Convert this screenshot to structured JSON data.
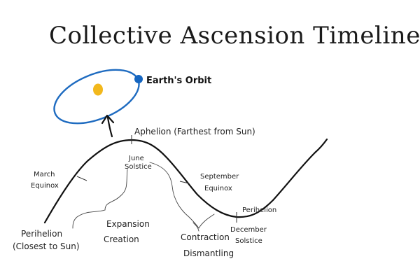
{
  "title": "Collective Ascension Timeline",
  "orbit": {
    "label": "Earth's Orbit",
    "sun_color": "#F2B81C",
    "earth_color": "#1565C0",
    "orbit_color": "#1E6BC0"
  },
  "labels": {
    "aphelion": "Aphelion (Farthest from Sun)",
    "june_solstice": [
      "June",
      "Solstice"
    ],
    "march_equinox": [
      "March",
      "Equinox"
    ],
    "september_equinox": [
      "September",
      "Equinox"
    ],
    "perihelion_right": "Perihelion",
    "december_solstice": [
      "December",
      "Solstice"
    ],
    "perihelion_left": [
      "Perihelion",
      "(Closest to Sun)"
    ],
    "expansion_creation": [
      "Expansion",
      "Creation"
    ],
    "contraction_dismantling": [
      "Contraction",
      "Dismantling"
    ]
  }
}
